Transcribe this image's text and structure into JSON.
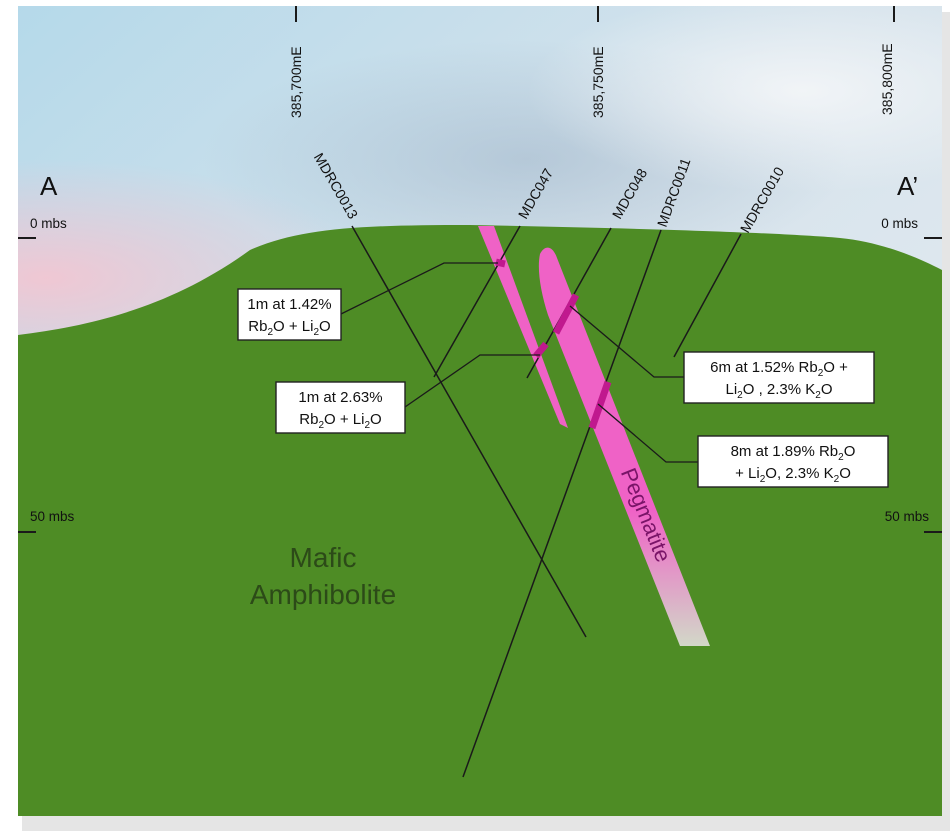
{
  "section": {
    "left_label": "A",
    "right_label": "A’"
  },
  "eastings": [
    {
      "label": "385,700mE"
    },
    {
      "label": "385,750mE"
    },
    {
      "label": "385,800mE"
    }
  ],
  "depth_markers": {
    "top_left": "0 mbs",
    "top_right": "0 mbs",
    "bottom_left": "50 mbs",
    "bottom_right": "50 mbs"
  },
  "drill_holes": [
    {
      "id": "MDRC0013"
    },
    {
      "id": "MDC047"
    },
    {
      "id": "MDC048"
    },
    {
      "id": "MDRC0011"
    },
    {
      "id": "MDRC0010"
    }
  ],
  "intercepts": [
    {
      "line1_parts": [
        "1m at 1.42%"
      ],
      "line2_parts": [
        "Rb",
        "2",
        "O + Li",
        "2",
        "O"
      ]
    },
    {
      "line1_parts": [
        "1m at 2.63%"
      ],
      "line2_parts": [
        "Rb",
        "2",
        "O + Li",
        "2",
        "O"
      ]
    },
    {
      "line1_parts": [
        "6m at 1.52% Rb",
        "2",
        "O +"
      ],
      "line2_parts": [
        "Li",
        "2",
        "O , 2.3% K",
        "2",
        "O"
      ]
    },
    {
      "line1_parts": [
        "8m at 1.89% Rb",
        "2",
        "O"
      ],
      "line2_parts": [
        "+ Li",
        "2",
        "O, 2.3% K",
        "2",
        "O"
      ]
    }
  ],
  "lithology": {
    "host_line1": "Mafic",
    "host_line2": "Amphibolite",
    "host_color": "#4e8c25",
    "pegmatite": "Pegmatite",
    "pegmatite_color": "#ef62c6",
    "intercept_color": "#c0198e"
  }
}
